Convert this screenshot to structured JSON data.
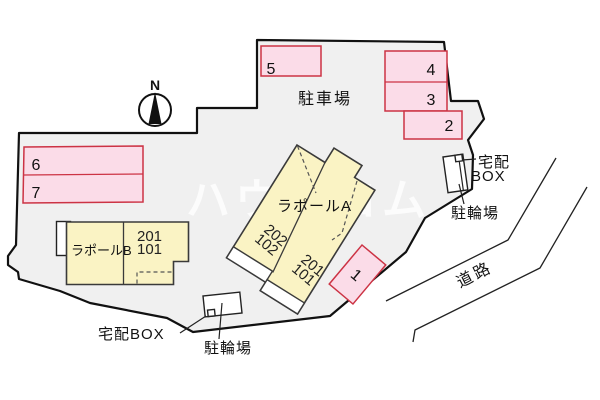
{
  "plan": {
    "compass": {
      "label": "N"
    },
    "watermark": "ハウスコム",
    "area_labels": {
      "parking_lot": "駐車場",
      "road": "道路"
    },
    "parking_spots": [
      {
        "id": "1"
      },
      {
        "id": "2"
      },
      {
        "id": "3"
      },
      {
        "id": "4"
      },
      {
        "id": "5"
      },
      {
        "id": "6"
      },
      {
        "id": "7"
      }
    ],
    "building_a": {
      "name": "ラポールA",
      "left_unit": [
        "202",
        "102"
      ],
      "right_unit": [
        "201",
        "101"
      ]
    },
    "building_b": {
      "name": "ラポールB",
      "unit": [
        "201",
        "101"
      ]
    },
    "facilities": {
      "delivery_box_left": "宅配BOX",
      "bike_parking_left": "駐輪場",
      "delivery_box_right": [
        "宅配",
        "BOX"
      ],
      "bike_parking_right": "駐輪場"
    },
    "colors": {
      "site_fill": "#f0f0f0",
      "outline": "#111111",
      "parking_fill": "#fbdce8",
      "parking_border": "#cc3344",
      "building_fill": "#faf3c4",
      "building_border": "#3a3a3a"
    }
  }
}
